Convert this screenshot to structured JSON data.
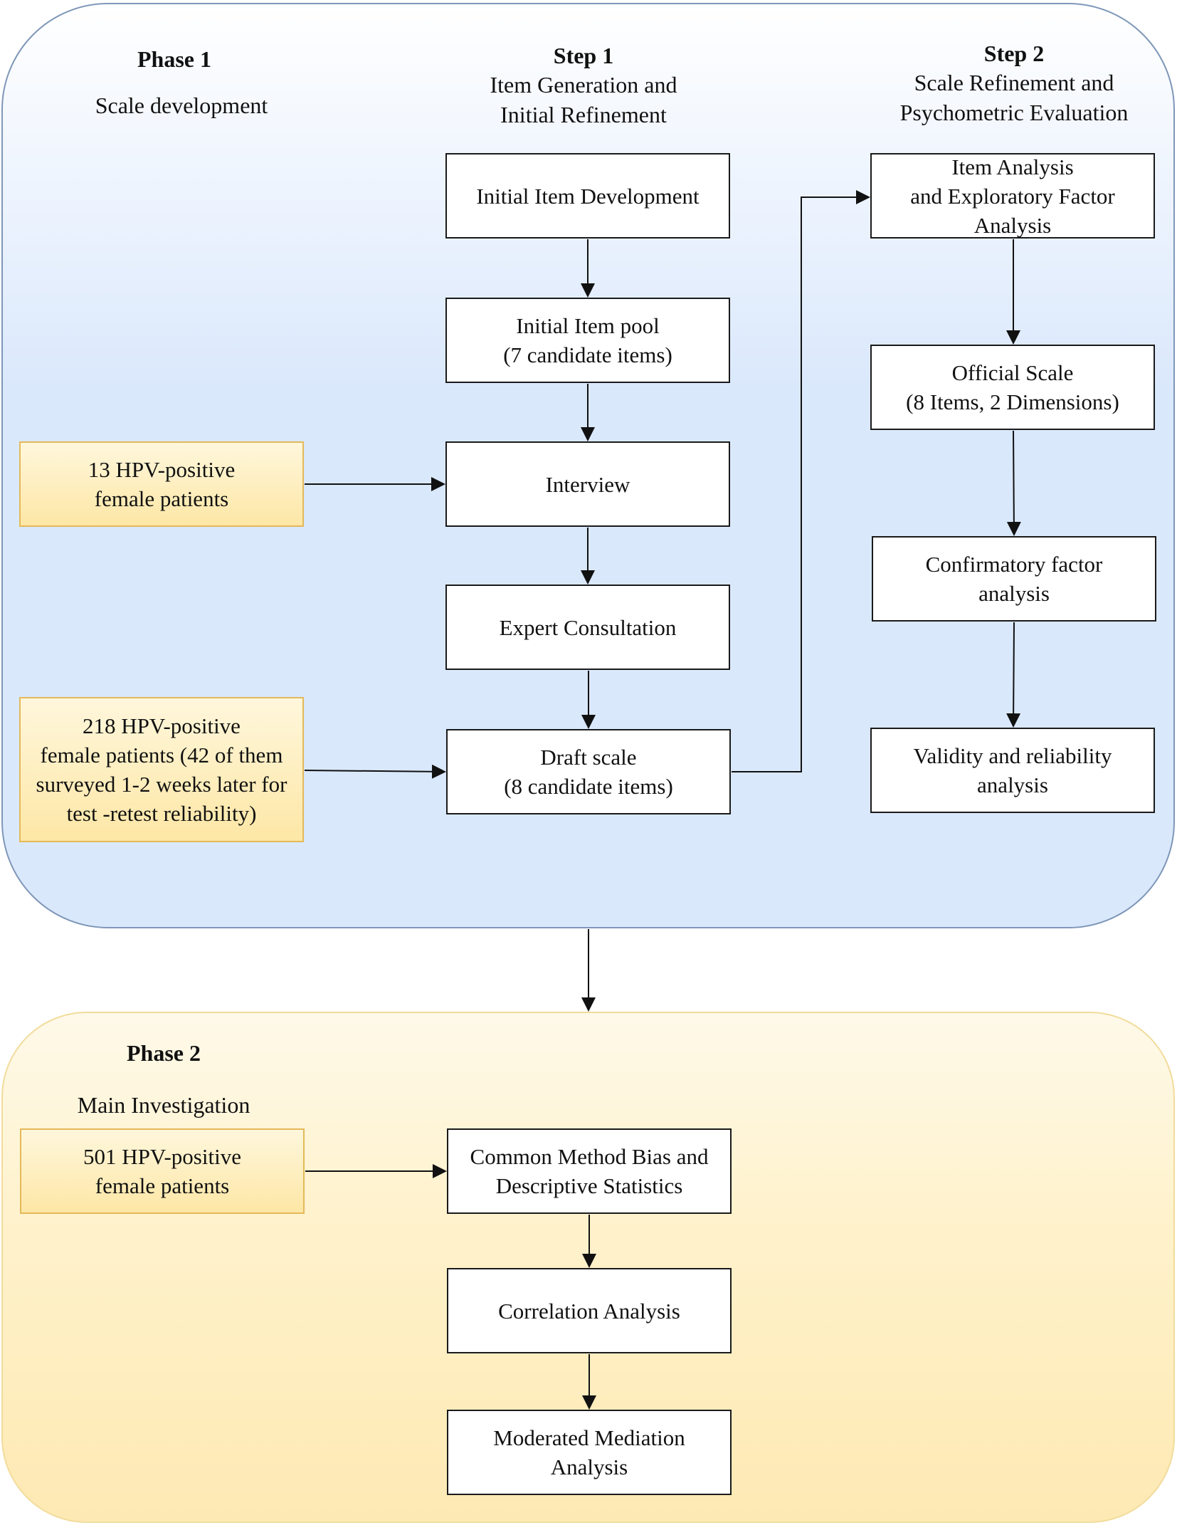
{
  "phase1": {
    "title": "Phase 1",
    "subtitle": "Scale development",
    "step1": {
      "title": "Step 1",
      "subtitle": "Item Generation and\nInitial Refinement"
    },
    "step2": {
      "title": "Step 2",
      "subtitle": "Scale Refinement and\nPsychometric Evaluation"
    },
    "step1_boxes": {
      "initial_item_development": "Initial Item Development",
      "initial_item_pool": "Initial Item pool\n(7 candidate items)",
      "interview": "Interview",
      "expert_consultation": "Expert Consultation",
      "draft_scale": "Draft scale\n(8 candidate items)"
    },
    "step2_boxes": {
      "item_analysis_efa": "Item Analysis\nand Exploratory Factor\nAnalysis",
      "official_scale": "Official Scale\n(8 Items, 2 Dimensions)",
      "cfa": "Confirmatory factor\nanalysis",
      "validity_reliability": "Validity and reliability\nanalysis"
    },
    "samples": {
      "interview_sample": "13 HPV-positive\nfemale patients",
      "survey_sample": "218 HPV-positive\nfemale patients (42 of them\nsurveyed 1-2 weeks later for\ntest -retest reliability)"
    }
  },
  "phase2": {
    "title": "Phase 2",
    "subtitle": "Main Investigation",
    "sample": "501 HPV-positive\nfemale patients",
    "boxes": {
      "cmb_descriptive": "Common Method Bias and\nDescriptive Statistics",
      "correlation": "Correlation Analysis",
      "moderated_mediation": "Moderated Mediation\nAnalysis"
    }
  },
  "colors": {
    "phase1_fill": "#dae8fc",
    "phase1_border": "#7f97b8",
    "phase2_fill": "#fff2cc",
    "phase2_border": "#f2dc9c",
    "sample_fill": "#fde7a6",
    "sample_border": "#e4b959",
    "arrow": "#111111"
  }
}
